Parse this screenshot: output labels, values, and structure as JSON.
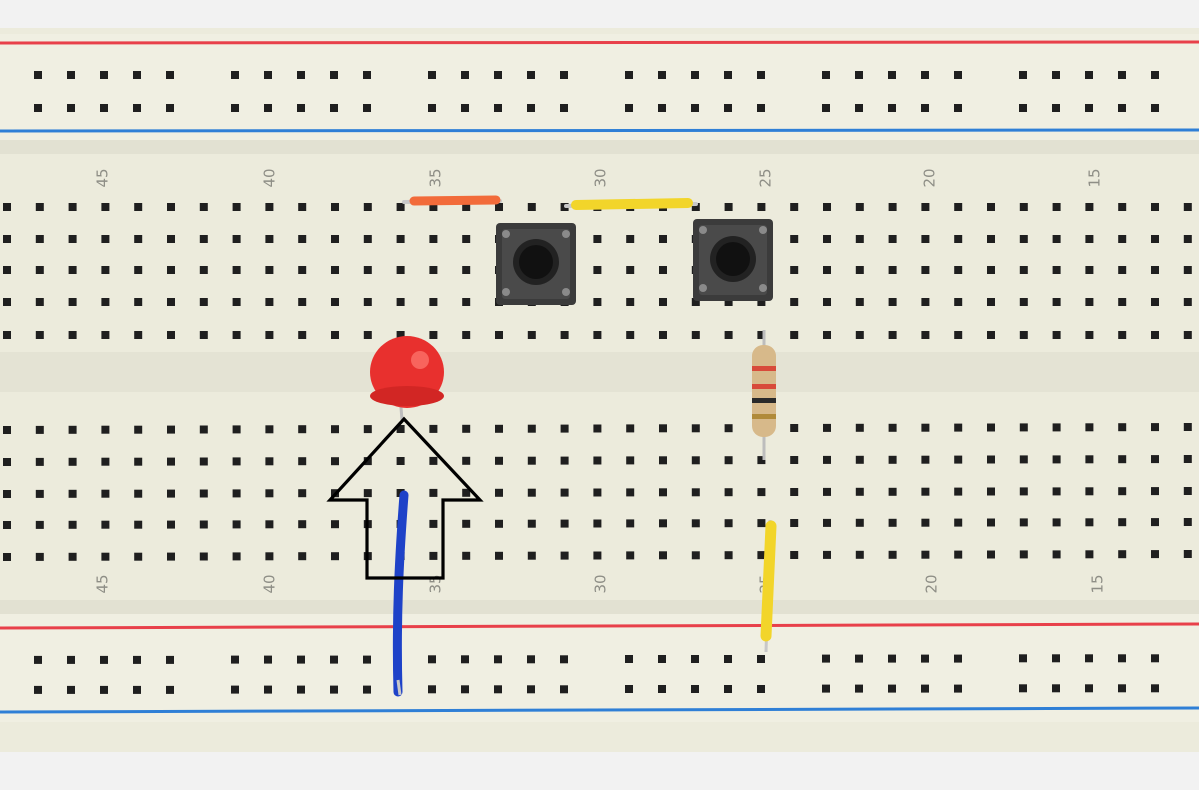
{
  "colors": {
    "board": "#ecebdc",
    "board_shade": "#dcdbcb",
    "hole": "#1f1f1f",
    "rail_red": "#e8404a",
    "rail_blue": "#2f7fd6",
    "wire_orange": "#f26b3a",
    "wire_yellow": "#f2d52a",
    "wire_blue": "#1e42c8",
    "led": "#e8302e",
    "button_body": "#3b3b3b",
    "resistor_body": "#d7b98a"
  },
  "column_labels_top": [
    "45",
    "40",
    "35",
    "30",
    "25",
    "20",
    "15"
  ],
  "column_labels_bottom": [
    "45",
    "40",
    "35",
    "30",
    "25",
    "20",
    "15"
  ],
  "components": {
    "led": "red-led",
    "buttons": [
      "pushbutton-left",
      "pushbutton-right"
    ],
    "resistor": "resistor",
    "wires": [
      "orange-jumper",
      "yellow-jumper-top",
      "yellow-jumper-bottom",
      "blue-jumper"
    ],
    "annotation": "arrow-outline-icon"
  }
}
